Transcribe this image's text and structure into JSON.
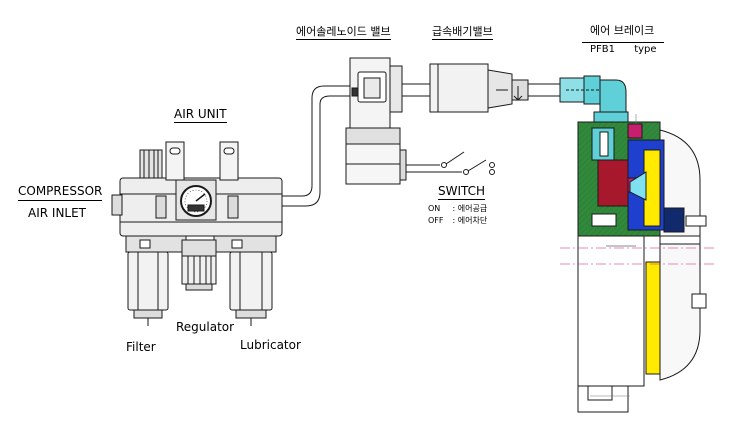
{
  "labels": {
    "solenoid_valve": "에어솔레노이드 밸브",
    "exhaust_valve": "급속배기밸브",
    "air_brake": "에어 브레이크",
    "brake_model": "PFB1",
    "brake_type": "type",
    "air_unit": "AIR UNIT",
    "compressor": "COMPRESSOR",
    "air_inlet": "AIR INLET",
    "switch": "SWITCH",
    "switch_on_key": "ON",
    "switch_on_desc": ": 에어공급",
    "switch_off_key": "OFF",
    "switch_off_desc": ": 에어차단",
    "regulator": "Regulator",
    "filter": "Filter",
    "lubricator": "Lubricator"
  },
  "colors": {
    "line": "#1a1a1a",
    "body": "#eeeeee",
    "blue": "#1f3fcf",
    "yellow": "#ffea00",
    "red": "#a8182c",
    "green": "#2f8a3a",
    "cyan": "#5fd0d8",
    "magenta": "#c81e6e",
    "darkblue": "#102a6b"
  }
}
